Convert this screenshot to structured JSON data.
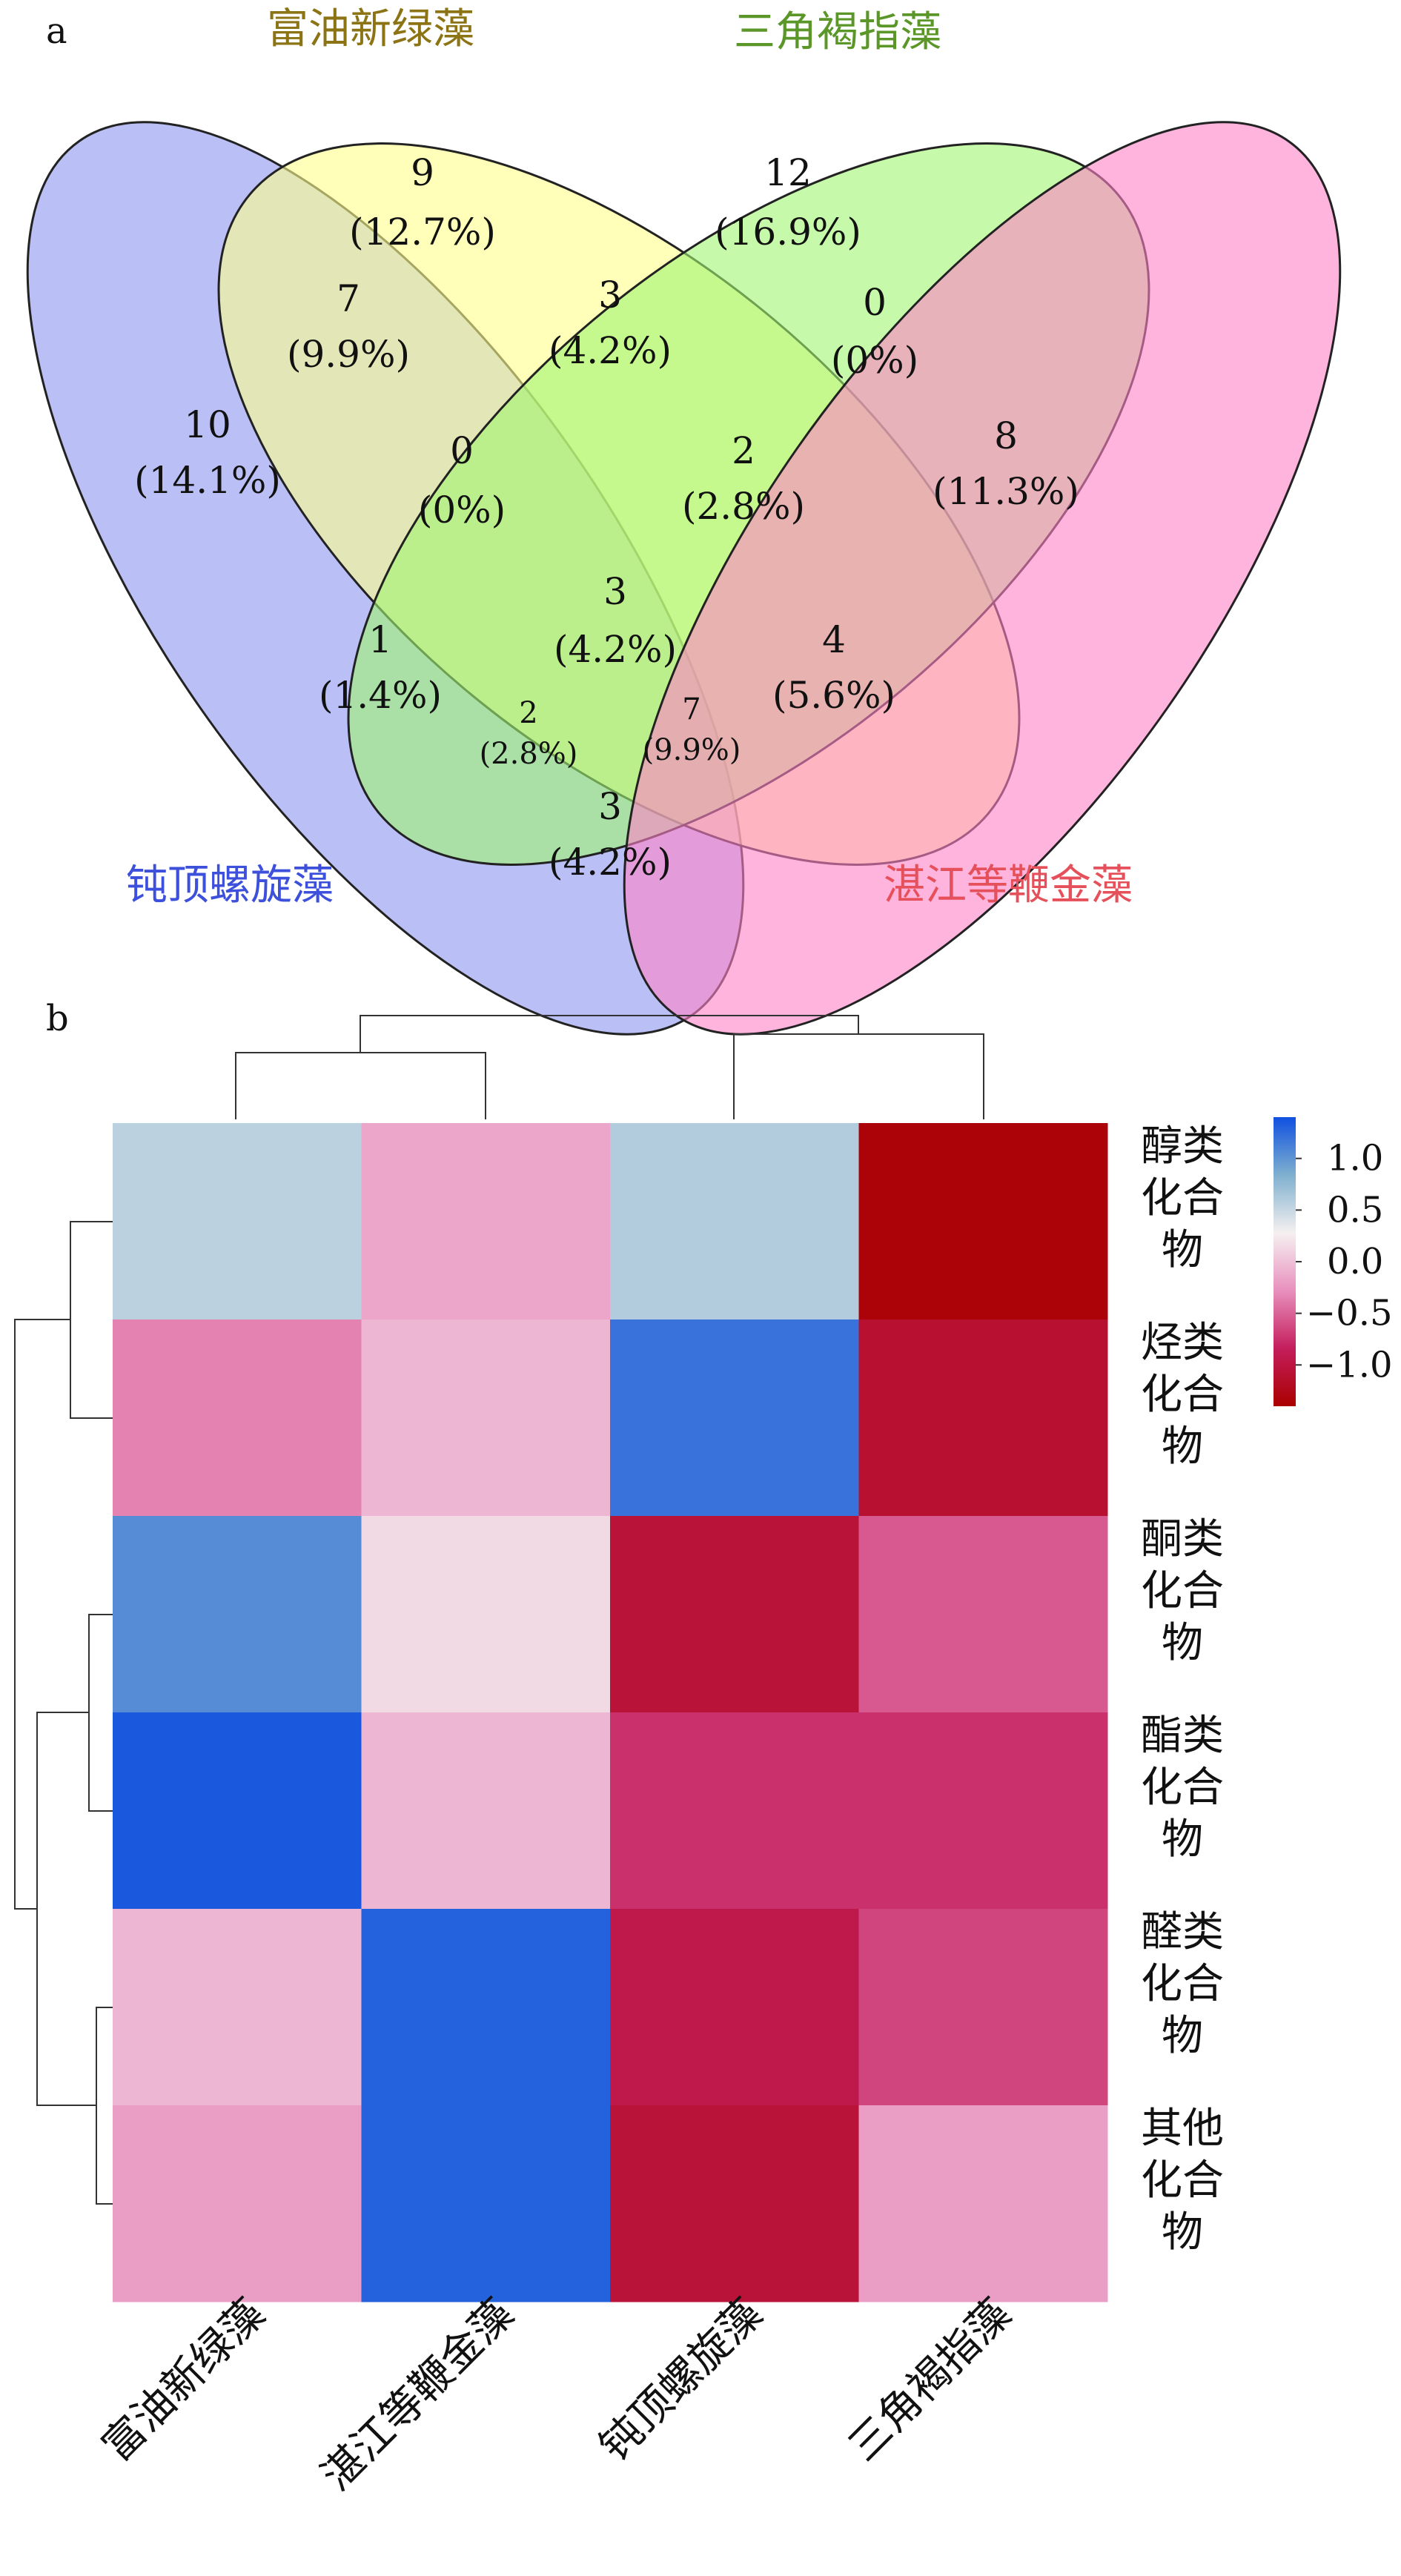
{
  "chart_data": [
    {
      "type": "venn",
      "panel_label": "a",
      "sets": [
        {
          "name": "钝顶螺旋藻",
          "color": "#8C96EE"
        },
        {
          "name": "富油新绿藻",
          "color": "#FFFF8C"
        },
        {
          "name": "三角褐指藻",
          "color": "#A0F570"
        },
        {
          "name": "湛江等鞭金藻",
          "color": "#FF82C8"
        }
      ],
      "label_colors": {
        "钝顶螺旋藻": "#3C50DC",
        "富油新绿藻": "#8C7314",
        "三角褐指藻": "#5A9628",
        "湛江等鞭金藻": "#E6505A"
      },
      "regions": [
        {
          "sets": [
            "富油新绿藻"
          ],
          "count": "9",
          "percent": "(12.7%)"
        },
        {
          "sets": [
            "三角褐指藻"
          ],
          "count": "12",
          "percent": "(16.9%)"
        },
        {
          "sets": [
            "钝顶螺旋藻"
          ],
          "count": "10",
          "percent": "(14.1%)"
        },
        {
          "sets": [
            "湛江等鞭金藻"
          ],
          "count": "8",
          "percent": "(11.3%)"
        },
        {
          "sets": [
            "钝顶螺旋藻",
            "富油新绿藻"
          ],
          "count": "7",
          "percent": "(9.9%)"
        },
        {
          "sets": [
            "富油新绿藻",
            "三角褐指藻"
          ],
          "count": "3",
          "percent": "(4.2%)"
        },
        {
          "sets": [
            "三角褐指藻",
            "湛江等鞭金藻"
          ],
          "count": "0",
          "percent": "(0%)"
        },
        {
          "sets": [
            "钝顶螺旋藻",
            "富油新绿藻",
            "三角褐指藻"
          ],
          "count": "0",
          "percent": "(0%)"
        },
        {
          "sets": [
            "富油新绿藻",
            "三角褐指藻",
            "湛江等鞭金藻"
          ],
          "count": "2",
          "percent": "(2.8%)"
        },
        {
          "sets": [
            "钝顶螺旋藻",
            "富油新绿藻",
            "三角褐指藻",
            "湛江等鞭金藻"
          ],
          "count": "3",
          "percent": "(4.2%)"
        },
        {
          "sets": [
            "钝顶螺旋藻",
            "三角褐指藻"
          ],
          "count": "1",
          "percent": "(1.4%)"
        },
        {
          "sets": [
            "富油新绿藻",
            "湛江等鞭金藻"
          ],
          "count": "4",
          "percent": "(5.6%)"
        },
        {
          "sets": [
            "钝顶螺旋藻",
            "三角褐指藻",
            "湛江等鞭金藻"
          ],
          "count": "2",
          "percent": "(2.8%)"
        },
        {
          "sets": [
            "钝顶螺旋藻",
            "富油新绿藻",
            "湛江等鞭金藻"
          ],
          "count": "7",
          "percent": "(9.9%)"
        },
        {
          "sets": [
            "钝顶螺旋藻",
            "湛江等鞭金藻"
          ],
          "count": "3",
          "percent": "(4.2%)"
        }
      ]
    },
    {
      "type": "heatmap",
      "panel_label": "b",
      "columns": [
        "富油新绿藻",
        "湛江等鞭金藻",
        "钝顶螺旋藻",
        "三角褐指藻"
      ],
      "rows": [
        "醇类化合物",
        "烃类化合物",
        "酮类化合物",
        "酯类化合物",
        "醛类化合物",
        "其他化合物"
      ],
      "values": [
        [
          0.55,
          -0.15,
          0.6,
          -1.35
        ],
        [
          -0.35,
          -0.05,
          1.2,
          -1.1
        ],
        [
          1.05,
          0.15,
          -1.05,
          -0.55
        ],
        [
          1.35,
          -0.05,
          -0.75,
          -0.75
        ],
        [
          -0.05,
          1.3,
          -0.95,
          -0.65
        ],
        [
          -0.2,
          1.3,
          -1.05,
          -0.2
        ]
      ],
      "colorbar": {
        "ticks": [
          "1.0",
          "0.5",
          "0.0",
          "−0.5",
          "−1.0"
        ],
        "tick_values": [
          1.0,
          0.5,
          0.0,
          -0.5,
          -1.0
        ],
        "range": [
          -1.4,
          1.4
        ]
      },
      "colorscale": [
        "#AA0000",
        "#C41E5C",
        "#E890BE",
        "#F5F0F0",
        "#7FB0CF",
        "#1050E0"
      ],
      "row_dendrogram": "((醇类化合物,烃类化合物),((酮类化合物,酯类化合物),(醛类化合物,其他化合物)))",
      "column_dendrogram": "((富油新绿藻,湛江等鞭金藻),(钝顶螺旋藻,三角褐指藻))"
    }
  ]
}
